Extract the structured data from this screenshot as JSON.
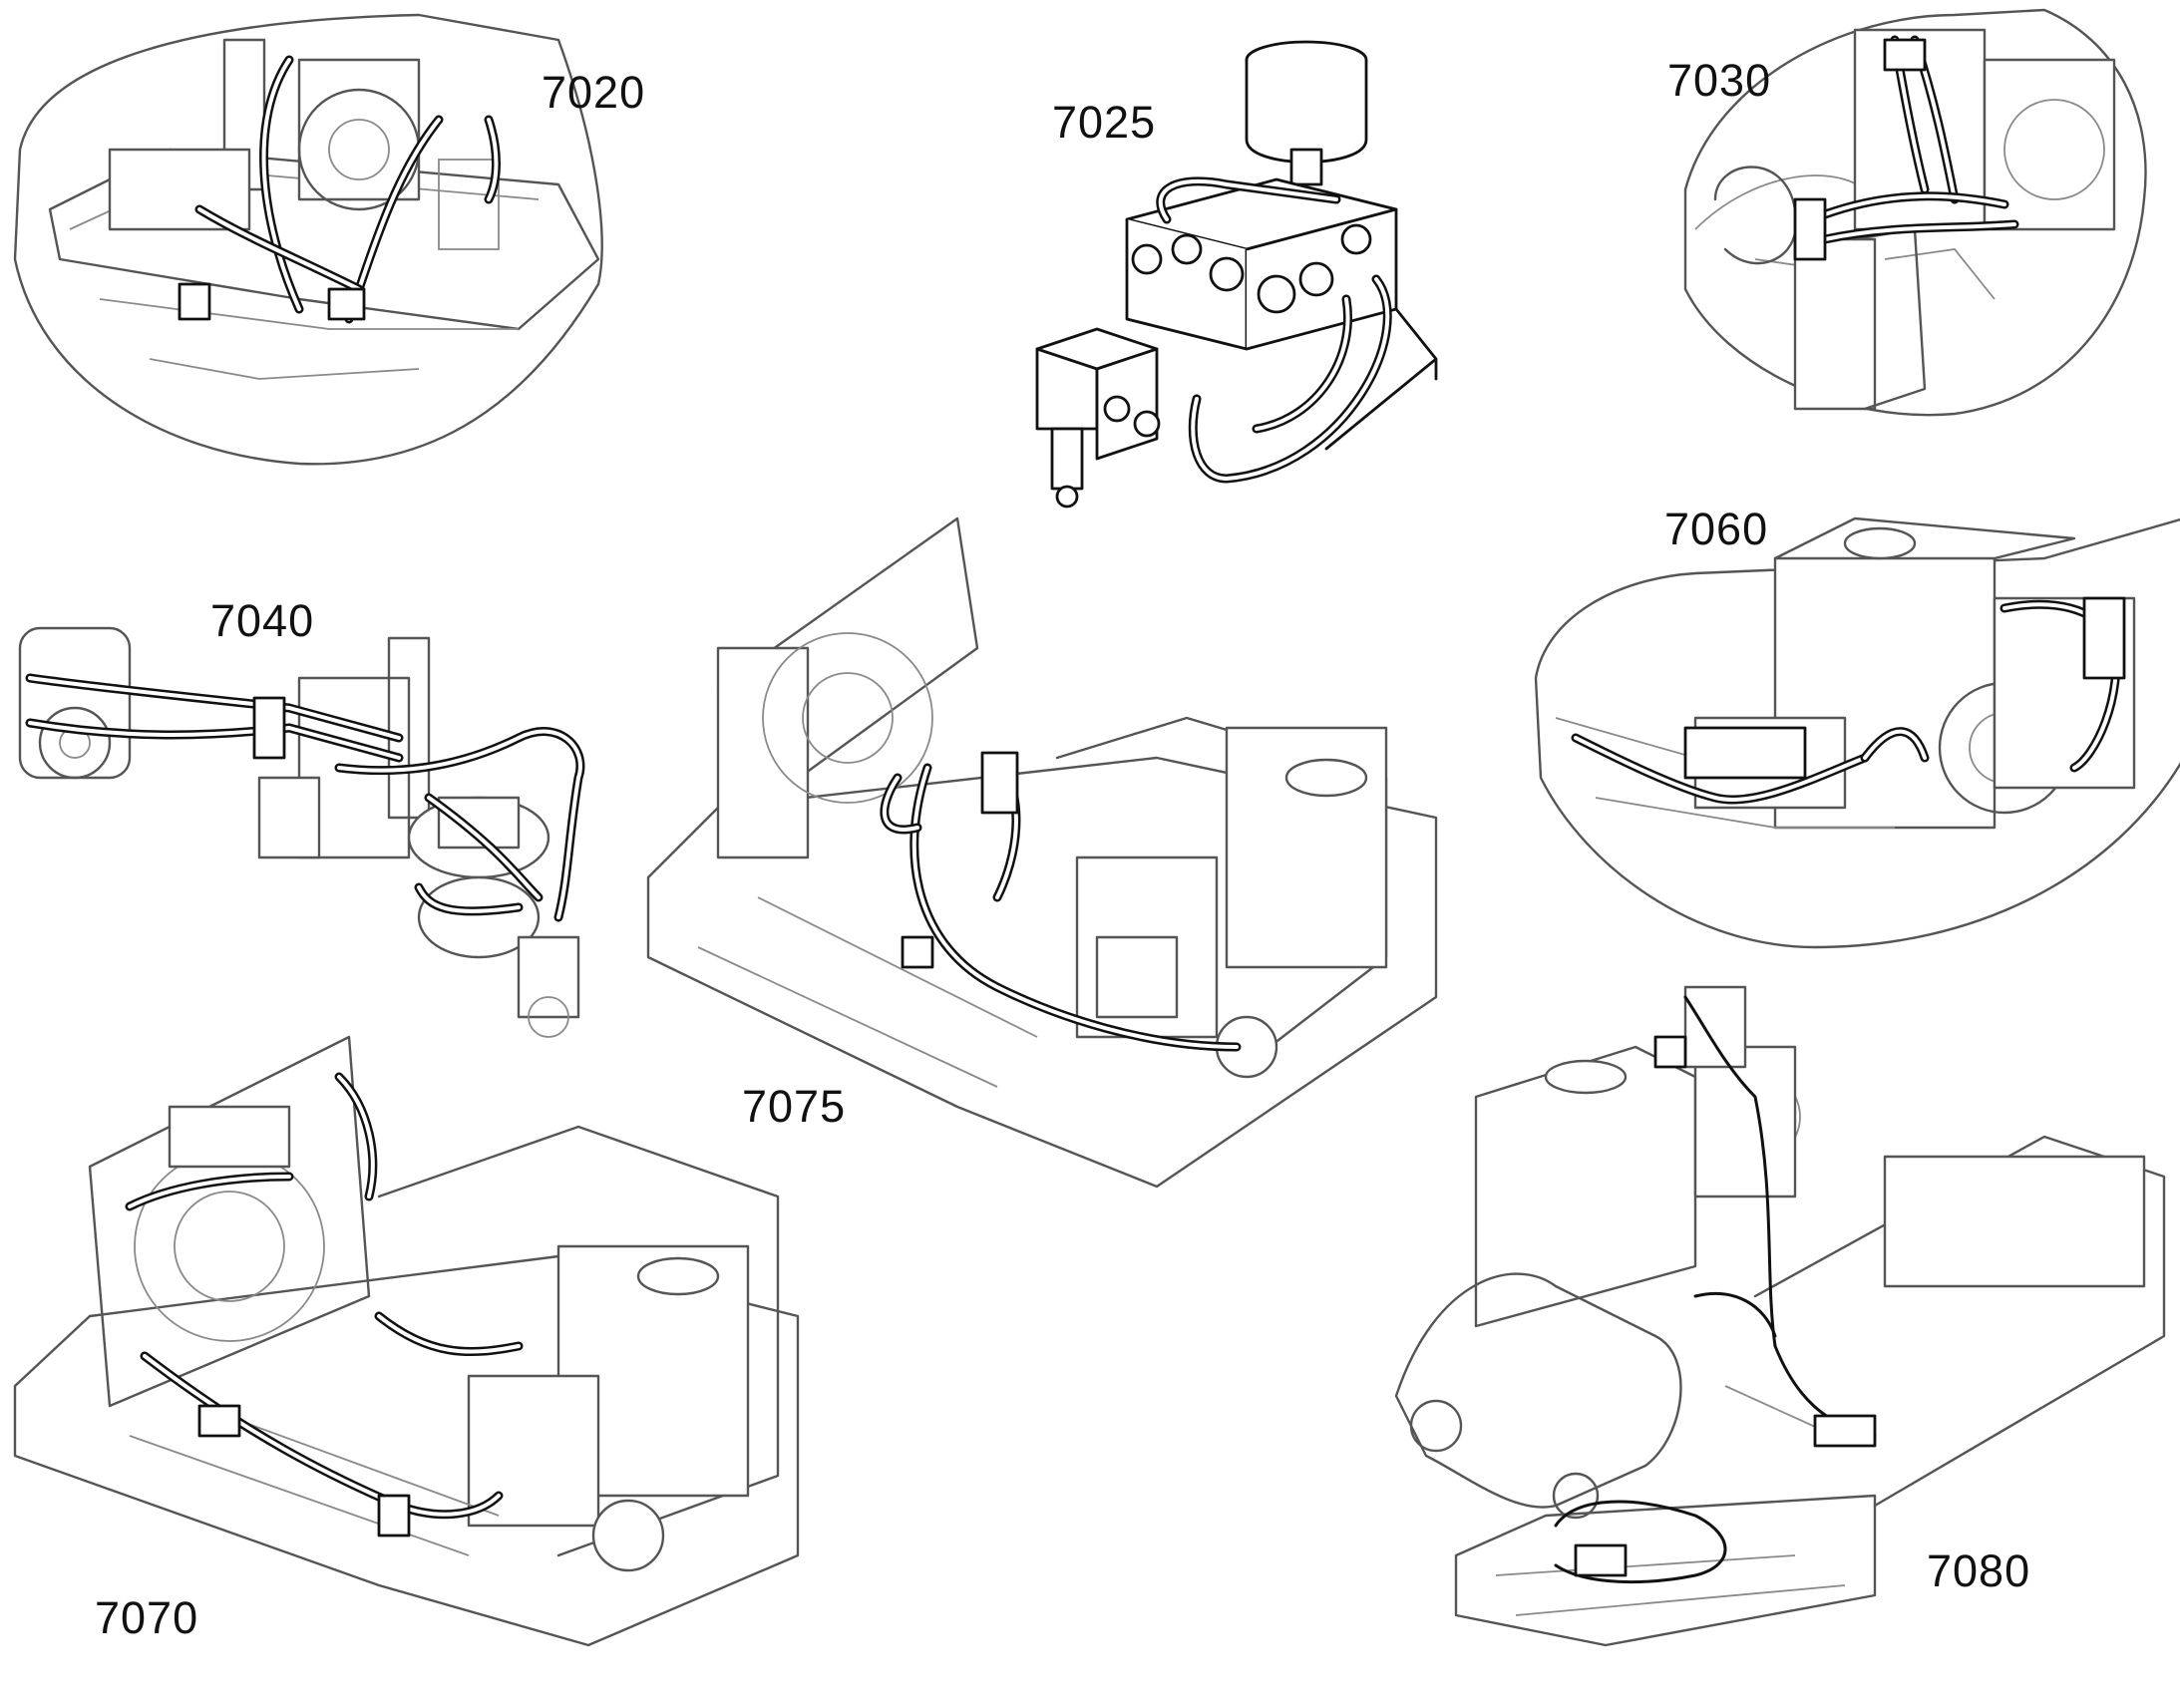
{
  "callouts": [
    {
      "id": "7020",
      "text": "7020"
    },
    {
      "id": "7025",
      "text": "7025"
    },
    {
      "id": "7030",
      "text": "7030"
    },
    {
      "id": "7040",
      "text": "7040"
    },
    {
      "id": "7060",
      "text": "7060"
    },
    {
      "id": "7070",
      "text": "7070"
    },
    {
      "id": "7075",
      "text": "7075"
    },
    {
      "id": "7080",
      "text": "7080"
    }
  ],
  "colors": {
    "line": "#555555",
    "highlight": "#111111",
    "background": "#ffffff"
  }
}
